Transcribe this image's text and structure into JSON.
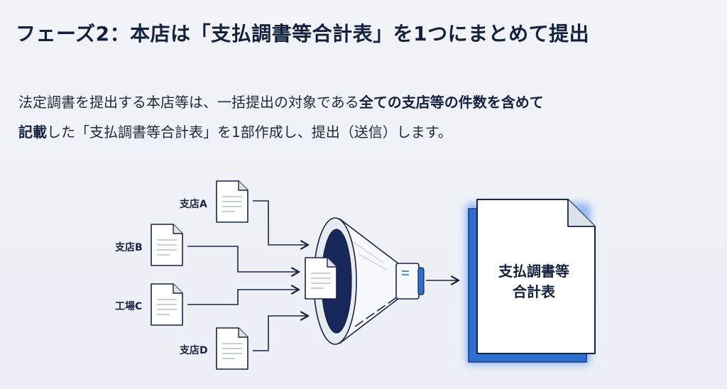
{
  "title": "フェーズ2：本店は「支払調書等合計表」を1つにまとめて提出",
  "body": {
    "line1_normal": "法定調書を提出する本店等は、一括提出の対象である",
    "line1_bold": "全ての支店等の件数を含めて",
    "line2_bold": "記載",
    "line2_normal": "した「支払調書等合計表」を1部作成し、提出（送信）します。"
  },
  "diagram": {
    "sources": [
      "支店A",
      "支店B",
      "工場C",
      "支店D"
    ],
    "output_doc_line1": "支払調書等",
    "output_doc_line2": "合計表",
    "accent_color": "#2f6fd0",
    "ink_color": "#1a2440"
  }
}
